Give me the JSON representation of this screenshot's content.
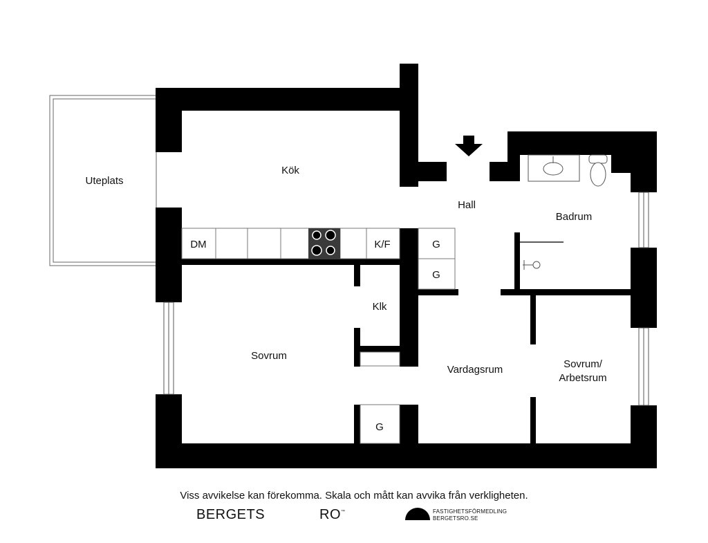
{
  "rooms": {
    "uteplats": "Uteplats",
    "kok": "Kök",
    "hall": "Hall",
    "badrum": "Badrum",
    "klk": "Klk",
    "sovrum": "Sovrum",
    "vardagsrum": "Vardagsrum",
    "sovrum_arbetsrum_1": "Sovrum/",
    "sovrum_arbetsrum_2": "Arbetsrum"
  },
  "fixtures": {
    "dm": "DM",
    "kf": "K/F",
    "g1": "G",
    "g2": "G",
    "g3": "G"
  },
  "footer": {
    "disclaimer": "Viss avvikelse kan förekomma. Skala och mått kan avvika från verkligheten.",
    "brand_left": "BERGETS",
    "brand_right": "RO",
    "brand_mark": "™",
    "firm_line1": "FASTIGHETSFÖRMEDLING",
    "firm_line2": "BERGETSRO.SE"
  },
  "icons": [
    "entrance-arrow-icon",
    "stove-icon",
    "sink-icon",
    "toilet-icon",
    "shower-icon",
    "logo-half-circle-icon"
  ],
  "colors": {
    "wall": "#000000",
    "stove": "#3a3a3a",
    "background": "#ffffff"
  }
}
